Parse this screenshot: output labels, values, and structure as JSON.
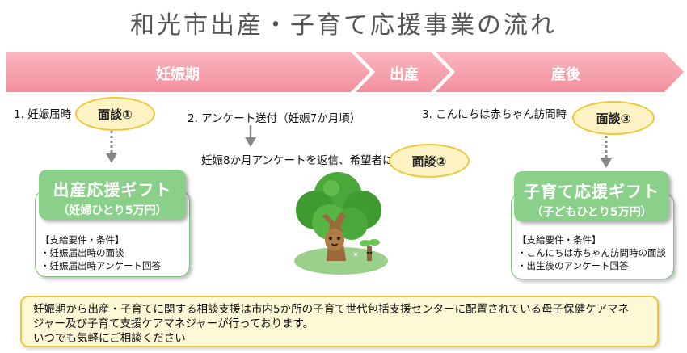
{
  "title": "和光市出産・子育て応援事業の流れ",
  "phases": [
    "妊娠期",
    "出産",
    "産後"
  ],
  "colors": {
    "phase_pink": "#f59da8",
    "accent_yellow": "#f0c63a",
    "gift_green": "#8ad08a"
  },
  "steps": {
    "step1": "1. 妊娠届時",
    "step2": "2. アンケート送付（妊娠7か月頃）",
    "step2_reply": "妊娠8か月アンケートを返信、希望者に",
    "step3": "3. こんにちは赤ちゃん訪問時"
  },
  "interviews": [
    "面談①",
    "面談②",
    "面談③"
  ],
  "gifts": [
    {
      "title": "出産応援ギフト",
      "subtitle": "（妊婦ひとり5万円）",
      "req_heading": "【支給要件・条件】",
      "req_items": [
        "・妊娠届出時の面談",
        "・妊娠届出時アンケート回答"
      ]
    },
    {
      "title": "子育て応援ギフト",
      "subtitle": "（子どもひとり5万円）",
      "req_heading": "【支給要件・条件】",
      "req_items": [
        "・こんにちは赤ちゃん訪問時の面談",
        "・出生後のアンケート回答"
      ]
    }
  ],
  "info": {
    "line1": "妊娠期から出産・子育てに関する相談支援は市内5か所の子育て世代包括支援センターに配置されている母子保健ケアマネ",
    "line2": "ジャー及び子育て支援ケアマネジャーが行っております。",
    "line3": "いつでも気軽にご相談ください"
  }
}
